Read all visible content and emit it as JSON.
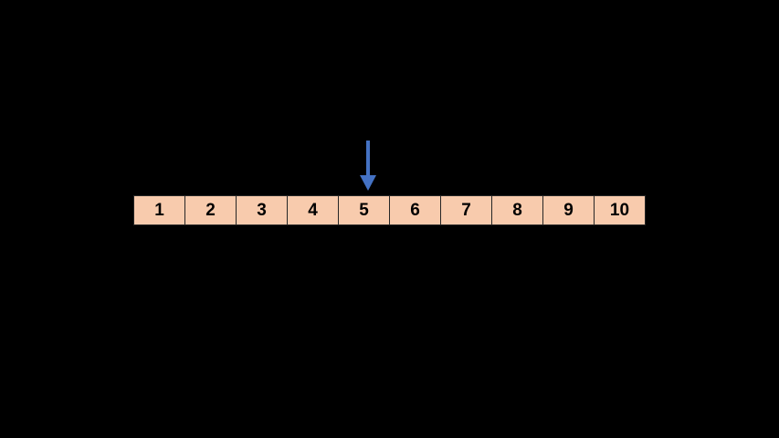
{
  "diagram": {
    "background_color": "#000000",
    "array": {
      "cells": [
        "1",
        "2",
        "3",
        "4",
        "5",
        "6",
        "7",
        "8",
        "9",
        "10"
      ],
      "cell_fill_color": "#F8CBAD",
      "cell_border_color": "#262626",
      "cell_text_color": "#000000"
    },
    "arrow": {
      "direction": "down",
      "points_to_cell": "5",
      "color": "#4472C4"
    }
  }
}
